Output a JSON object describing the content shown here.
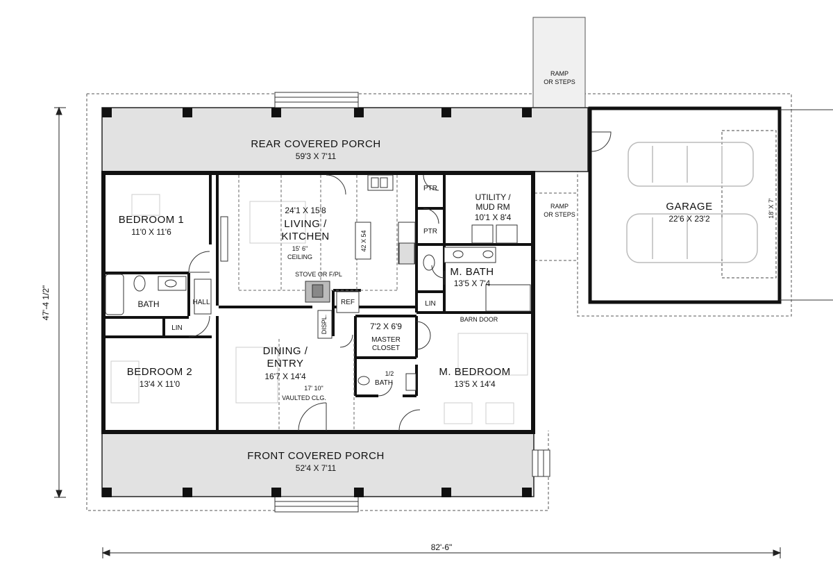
{
  "rooms": {
    "rear_porch": {
      "name": "REAR COVERED PORCH",
      "dim": "59'3 X 7'11"
    },
    "front_porch": {
      "name": "FRONT COVERED PORCH",
      "dim": "52'4 X 7'11"
    },
    "bedroom1": {
      "name": "BEDROOM 1",
      "dim": "11'0 X 11'6"
    },
    "bedroom2": {
      "name": "BEDROOM 2",
      "dim": "13'4 X 11'0"
    },
    "bath": {
      "name": "BATH"
    },
    "hall": {
      "name": "HALL"
    },
    "lin1": {
      "name": "LIN"
    },
    "lin2": {
      "name": "LIN"
    },
    "living_kitchen": {
      "dim": "24'1 X 15'8",
      "name_line1": "LIVING /",
      "name_line2": "KITCHEN",
      "ceiling_line1": "15' 6\"",
      "ceiling_line2": "CEILING"
    },
    "island": {
      "dim": "42 X 54"
    },
    "stove": {
      "name": "STOVE OR F/PL"
    },
    "ref": {
      "name": "REF"
    },
    "displ": {
      "name": "DISPL."
    },
    "dining_entry": {
      "name_line1": "DINING /",
      "name_line2": "ENTRY",
      "dim": "16'7 X 14'4",
      "ceiling_line1": "17' 10\"",
      "ceiling_line2": "VAULTED CLG."
    },
    "ptr1": {
      "name": "PTR"
    },
    "ptr2": {
      "name": "PTR"
    },
    "utility": {
      "name_line1": "UTILITY /",
      "name_line2": "MUD RM",
      "dim": "10'1 X 8'4"
    },
    "m_bath": {
      "name": "M. BATH",
      "dim": "13'5 X 7'4"
    },
    "barn_door": {
      "name": "BARN DOOR"
    },
    "master_closet": {
      "dim": "7'2 X 6'9",
      "name_line1": "MASTER",
      "name_line2": "CLOSET"
    },
    "half_bath": {
      "name_line1": "1/2",
      "name_line2": "BATH"
    },
    "m_bedroom": {
      "name": "M. BEDROOM",
      "dim": "13'5 X 14'4"
    },
    "garage": {
      "name": "GARAGE",
      "dim": "22'6 X 23'2",
      "door_dim": "18' X 7'"
    },
    "ramp_top": {
      "line1": "RAMP",
      "line2": "OR STEPS"
    },
    "ramp_side": {
      "line1": "RAMP",
      "line2": "OR STEPS"
    }
  },
  "dimensions": {
    "overall_width": "82'-6\"",
    "overall_depth": "47'-4 1/2\""
  }
}
